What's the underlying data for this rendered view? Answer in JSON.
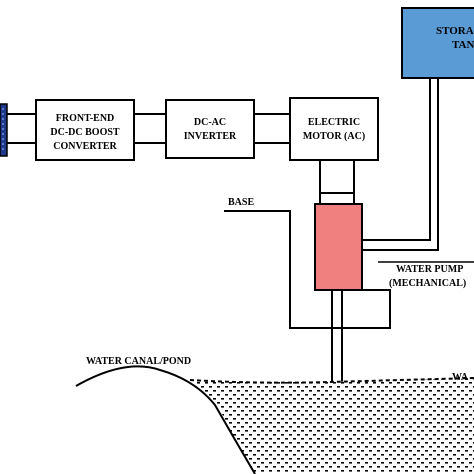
{
  "blocks": {
    "boost_converter": {
      "line1": "FRONT-END",
      "line2": "DC-DC BOOST",
      "line3": "CONVERTER"
    },
    "inverter": {
      "line1": "DC-AC",
      "line2": "INVERTER"
    },
    "motor": {
      "line1": "ELECTRIC",
      "line2": "MOTOR (AC)"
    },
    "storage_tank": {
      "line1": "STORA",
      "line2": "TAN"
    }
  },
  "labels": {
    "base": "BASE",
    "water_pump_1": "WATER PUMP",
    "water_pump_2": "(MECHANICAL)",
    "water_canal": "WATER CANAL/POND",
    "water_right": "WA"
  },
  "colors": {
    "storage_tank_fill": "#5b9bd5",
    "pump_fill": "#f08080",
    "solar_panel_fill": "#1f3a8a"
  }
}
